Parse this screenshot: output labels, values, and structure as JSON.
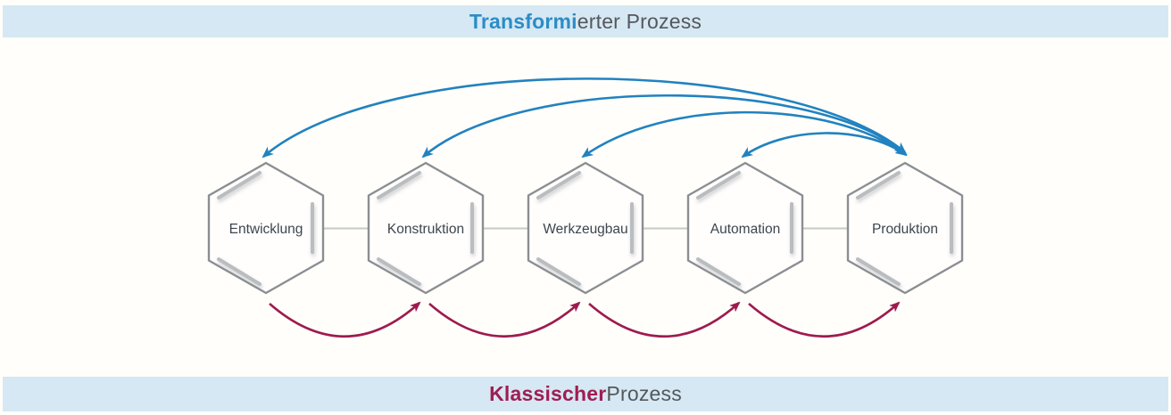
{
  "banners": {
    "top": {
      "highlight": "Transformi",
      "rest": "erter Prozess"
    },
    "bottom": {
      "highlight": "Klassischer",
      "rest": " Prozess"
    }
  },
  "steps": [
    {
      "label": "Entwicklung"
    },
    {
      "label": "Konstruktion"
    },
    {
      "label": "Werkzeugbau"
    },
    {
      "label": "Automation"
    },
    {
      "label": "Produktion"
    }
  ],
  "connections": {
    "transformed_process": [
      {
        "from": "Produktion",
        "to": "Entwicklung",
        "bidirectional": true
      },
      {
        "from": "Produktion",
        "to": "Konstruktion",
        "bidirectional": true
      },
      {
        "from": "Produktion",
        "to": "Werkzeugbau",
        "bidirectional": true
      },
      {
        "from": "Produktion",
        "to": "Automation",
        "bidirectional": true
      }
    ],
    "classic_process": [
      {
        "from": "Entwicklung",
        "to": "Konstruktion"
      },
      {
        "from": "Konstruktion",
        "to": "Werkzeugbau"
      },
      {
        "from": "Werkzeugbau",
        "to": "Automation"
      },
      {
        "from": "Automation",
        "to": "Produktion"
      }
    ]
  },
  "colors": {
    "banner_background": "#d6e8f3",
    "transformed_accent": "#2b8dc6",
    "classic_accent": "#a01d52",
    "banner_text_gray": "#54585d",
    "hexagon_border": "#8b8e92",
    "hexagon_label": "#3d454d",
    "blue_arrow": "#2182c0",
    "red_arrow": "#9d1b4f"
  }
}
